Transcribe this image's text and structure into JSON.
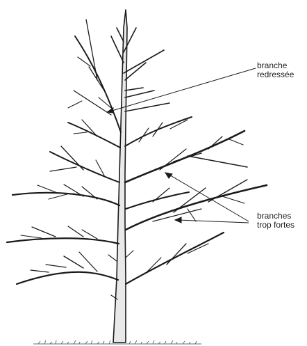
{
  "labels": {
    "upright_branch": {
      "line1": "branche",
      "line2": "redressée"
    },
    "strong_branches": {
      "line1": "branches",
      "line2": "trop fortes"
    }
  },
  "colors": {
    "ink": "#1a1a1a",
    "trunk_fill": "#e9e9e9",
    "ground": "#6b6b6b"
  }
}
